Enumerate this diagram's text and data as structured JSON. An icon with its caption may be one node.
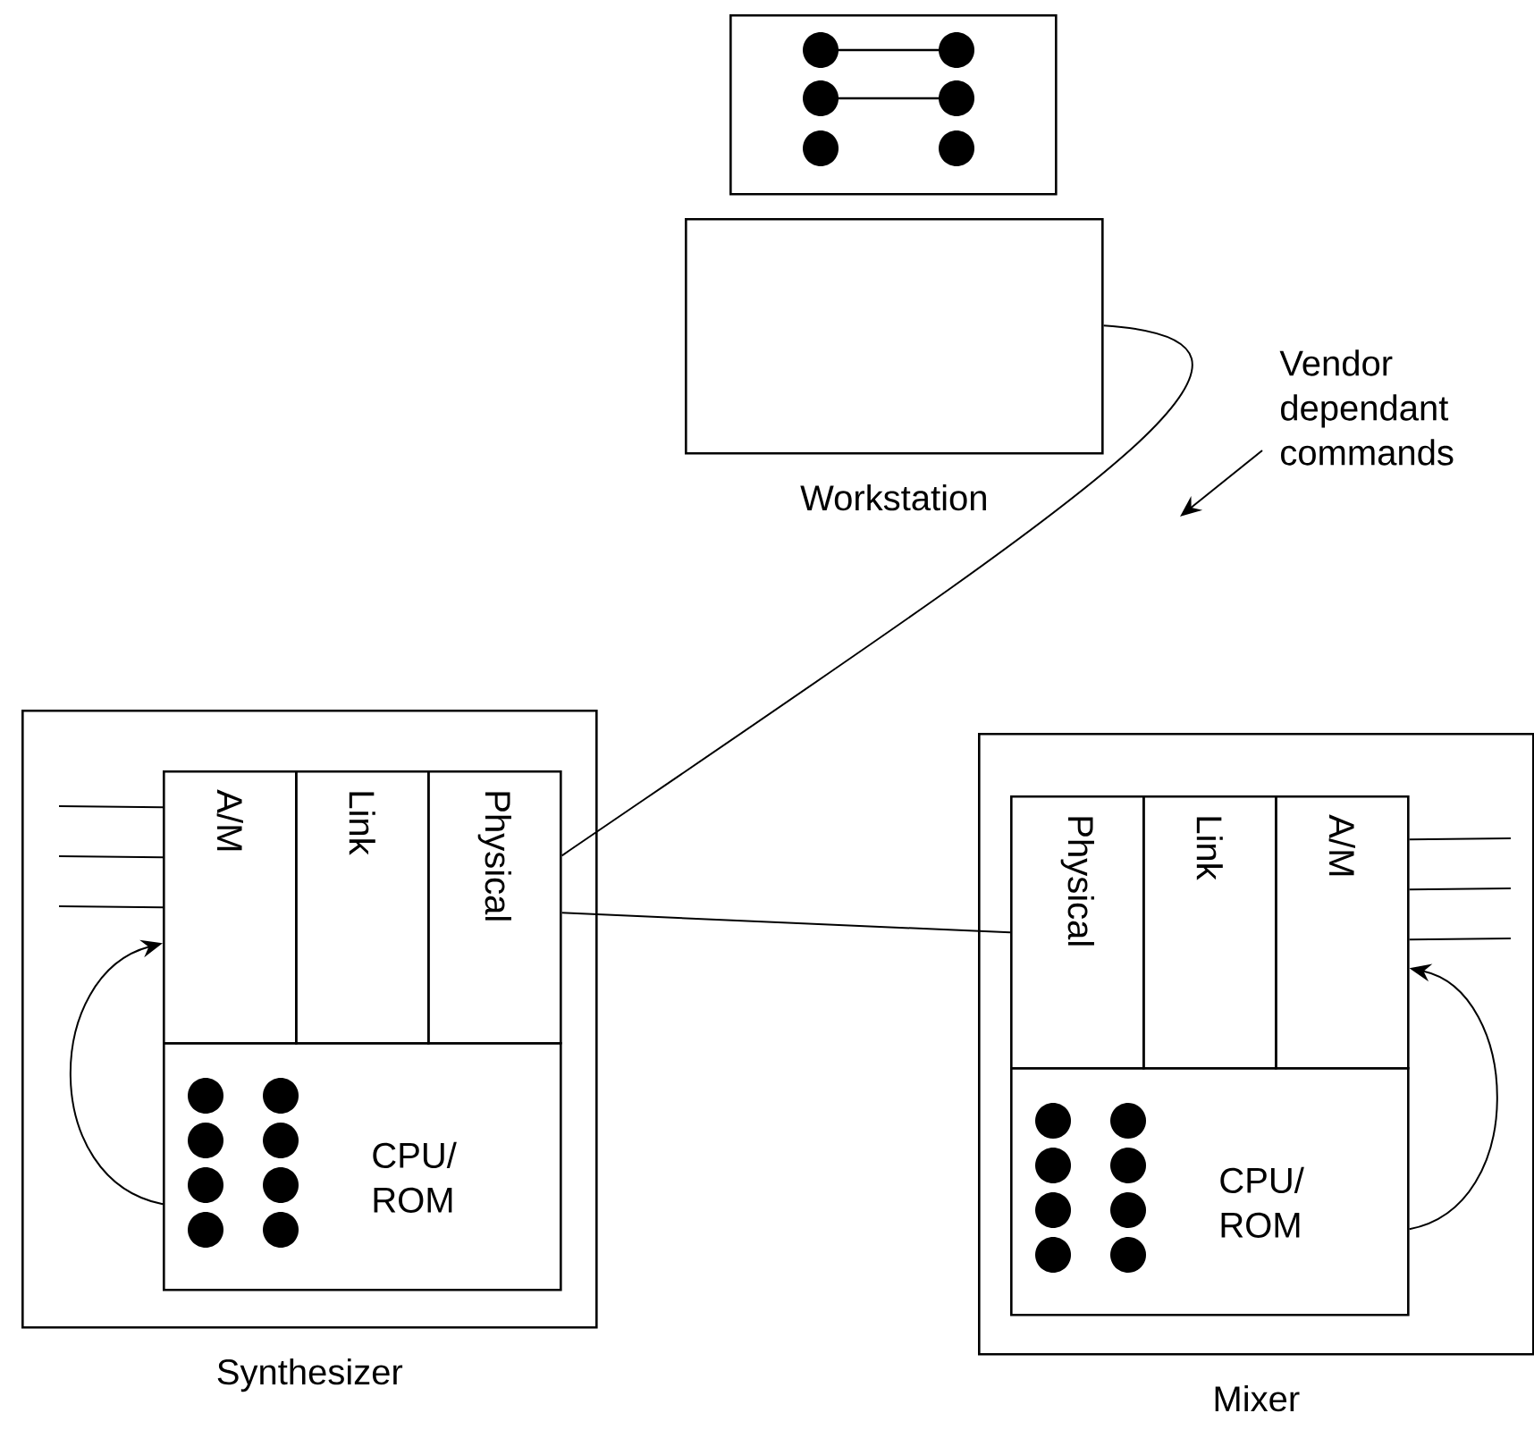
{
  "diagram": {
    "nodes": [
      {
        "text": [],
        "shape": "box"
      },
      {
        "text": [
          "Workstation"
        ]
      },
      {
        "text": [
          "Synthesizer"
        ]
      },
      {
        "text": [
          "A/M"
        ],
        "in": 2
      },
      {
        "text": [
          "Link"
        ],
        "in": 2
      },
      {
        "text": [
          "Physical"
        ],
        "in": 2
      },
      {
        "text": [
          "CPU/ ROM"
        ],
        "in": 2
      },
      {
        "text": [
          "Mixer"
        ]
      },
      {
        "text": [
          "Physical"
        ],
        "in": 7
      },
      {
        "text": [
          "Link"
        ],
        "in": 7
      },
      {
        "text": [
          "A/M"
        ],
        "in": 7
      },
      {
        "text": [
          "CPU/ ROM"
        ],
        "in": 7
      }
    ],
    "edges": [
      {
        "from": 1,
        "to": 5,
        "arrow": "none"
      },
      {
        "from": 5,
        "to": 8,
        "arrow": "none"
      },
      {
        "from": 6,
        "to": 3,
        "arrow": "to"
      },
      {
        "from": 11,
        "to": 10,
        "arrow": "to"
      },
      {
        "from": 3,
        "to": null,
        "arrow": "none"
      },
      {
        "from": 3,
        "to": null,
        "arrow": "none"
      },
      {
        "from": 3,
        "to": null,
        "arrow": "none"
      },
      {
        "from": 10,
        "to": null,
        "arrow": "none"
      },
      {
        "from": 10,
        "to": null,
        "arrow": "none"
      },
      {
        "from": 10,
        "to": null,
        "arrow": "none"
      }
    ],
    "labels": [
      "Vendor dependant commands"
    ]
  }
}
